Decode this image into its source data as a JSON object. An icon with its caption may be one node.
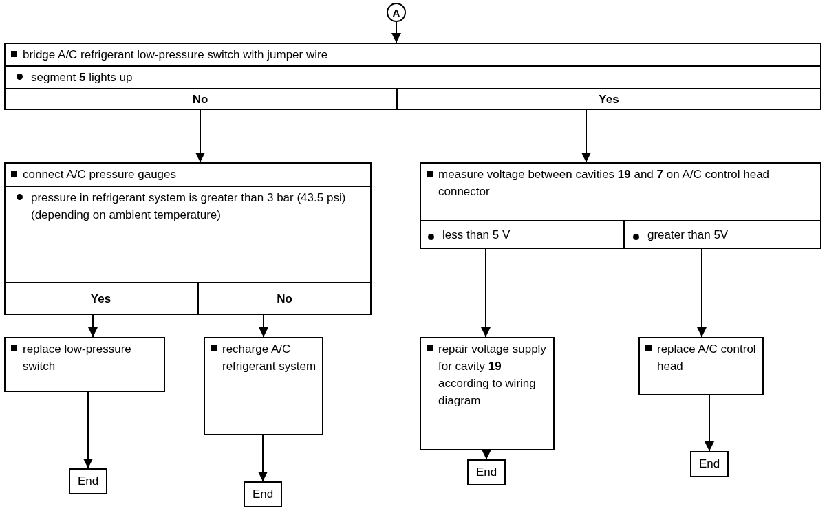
{
  "diagram": {
    "nodes": [
      {
        "text": [
          "A"
        ]
      },
      {
        "text": [
          "bridge A/C refrigerant low-pressure switch with jumper wire",
          "segment **5** lights up"
        ]
      },
      {
        "text": [
          "No"
        ],
        "in": 1
      },
      {
        "text": [
          "Yes"
        ],
        "in": 1
      },
      {
        "text": [
          "connect A/C pressure gauges",
          "pressure in refrigerant system is greater than 3 bar (43.5 psi) (depending on ambient temperature)"
        ]
      },
      {
        "text": [
          "Yes"
        ],
        "in": 4
      },
      {
        "text": [
          "No"
        ],
        "in": 4
      },
      {
        "text": [
          "measure voltage between cavities **19** and **7** on A/C control head connector"
        ]
      },
      {
        "text": [
          "less than 5 V"
        ],
        "in": 7
      },
      {
        "text": [
          "greater than 5V"
        ],
        "in": 7
      },
      {
        "text": [
          "replace low-pressure switch"
        ]
      },
      {
        "text": [
          "recharge A/C refrigerant system"
        ]
      },
      {
        "text": [
          "repair voltage supply for cavity **19** according to wiring diagram"
        ]
      },
      {
        "text": [
          "replace A/C control head"
        ]
      },
      {
        "text": [
          "End"
        ]
      },
      {
        "text": [
          "End"
        ]
      },
      {
        "text": [
          "End"
        ]
      },
      {
        "text": [
          "End"
        ]
      }
    ],
    "edges": [
      {
        "from": 0,
        "to": 1,
        "arrow": "to"
      },
      {
        "from": 2,
        "to": 4,
        "arrow": "to"
      },
      {
        "from": 3,
        "to": 7,
        "arrow": "to"
      },
      {
        "from": 5,
        "to": 10,
        "arrow": "to"
      },
      {
        "from": 6,
        "to": 11,
        "arrow": "to"
      },
      {
        "from": 8,
        "to": 12,
        "arrow": "to"
      },
      {
        "from": 9,
        "to": 13,
        "arrow": "to"
      },
      {
        "from": 10,
        "to": 14,
        "arrow": "to"
      },
      {
        "from": 11,
        "to": 15,
        "arrow": "to"
      },
      {
        "from": 12,
        "to": 16,
        "arrow": "to"
      },
      {
        "from": 13,
        "to": 17,
        "arrow": "to"
      }
    ]
  }
}
